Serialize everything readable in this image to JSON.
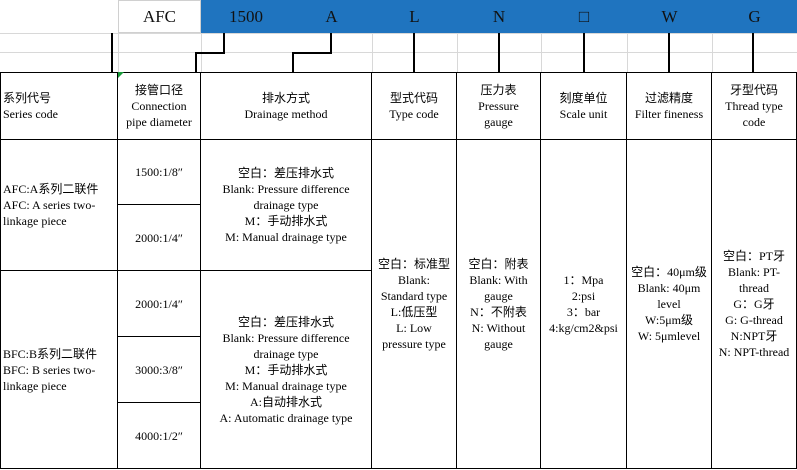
{
  "codes": [
    "AFC",
    "1500",
    "A",
    "L",
    "N",
    "□",
    "W",
    "G"
  ],
  "headers": [
    {
      "cn": "系列代号",
      "en": [
        "Series code"
      ]
    },
    {
      "cn": "接管口径",
      "en": [
        "Connection",
        "pipe diameter"
      ]
    },
    {
      "cn": "排水方式",
      "en": [
        "Drainage method"
      ]
    },
    {
      "cn": "型式代码",
      "en": [
        "Type code"
      ]
    },
    {
      "cn": "压力表",
      "en": [
        "Pressure",
        "gauge"
      ]
    },
    {
      "cn": "刻度单位",
      "en": [
        "Scale unit"
      ]
    },
    {
      "cn": "过滤精度",
      "en": [
        "Filter fineness"
      ]
    },
    {
      "cn": "牙型代码",
      "en": [
        "Thread type",
        "code"
      ]
    }
  ],
  "series": [
    {
      "lines": [
        "AFC:A系列二联件",
        "AFC: A series two-",
        "linkage piece"
      ]
    },
    {
      "lines": [
        "BFC:B系列二联件",
        "BFC: B series two-",
        "linkage piece"
      ]
    }
  ],
  "connections": [
    "1500:1/8″",
    "2000:1/4″",
    "2000:1/4″",
    "3000:3/8″",
    "4000:1/2″"
  ],
  "drainage": [
    {
      "lines": [
        "空白：差压排水式",
        "Blank: Pressure difference",
        "drainage type",
        "M：手动排水式",
        "M: Manual drainage type"
      ]
    },
    {
      "lines": [
        "空白：差压排水式",
        "Blank: Pressure difference",
        "drainage type",
        "M：手动排水式",
        "M: Manual drainage type",
        "A:自动排水式",
        "A: Automatic drainage type"
      ]
    }
  ],
  "type_code": {
    "lines": [
      "空白：标准型",
      "Blank:",
      "Standard type",
      "L:低压型",
      "L: Low",
      "pressure type"
    ]
  },
  "gauge": {
    "lines": [
      "空白：附表",
      "Blank: With",
      "gauge",
      "N：不附表",
      "N: Without",
      "gauge"
    ]
  },
  "scale": {
    "lines": [
      "1：Mpa",
      "2:psi",
      "3：bar",
      "4:kg/cm2&psi"
    ]
  },
  "filter": {
    "lines": [
      "空白：40μm级",
      "Blank: 40μm",
      "level",
      "W:5μm级",
      "W: 5μmlevel"
    ]
  },
  "thread": {
    "lines": [
      "空白：PT牙",
      "Blank: PT-",
      "thread",
      "G：G牙",
      "G: G-thread",
      "N:NPT牙",
      "N: NPT-thread"
    ]
  }
}
